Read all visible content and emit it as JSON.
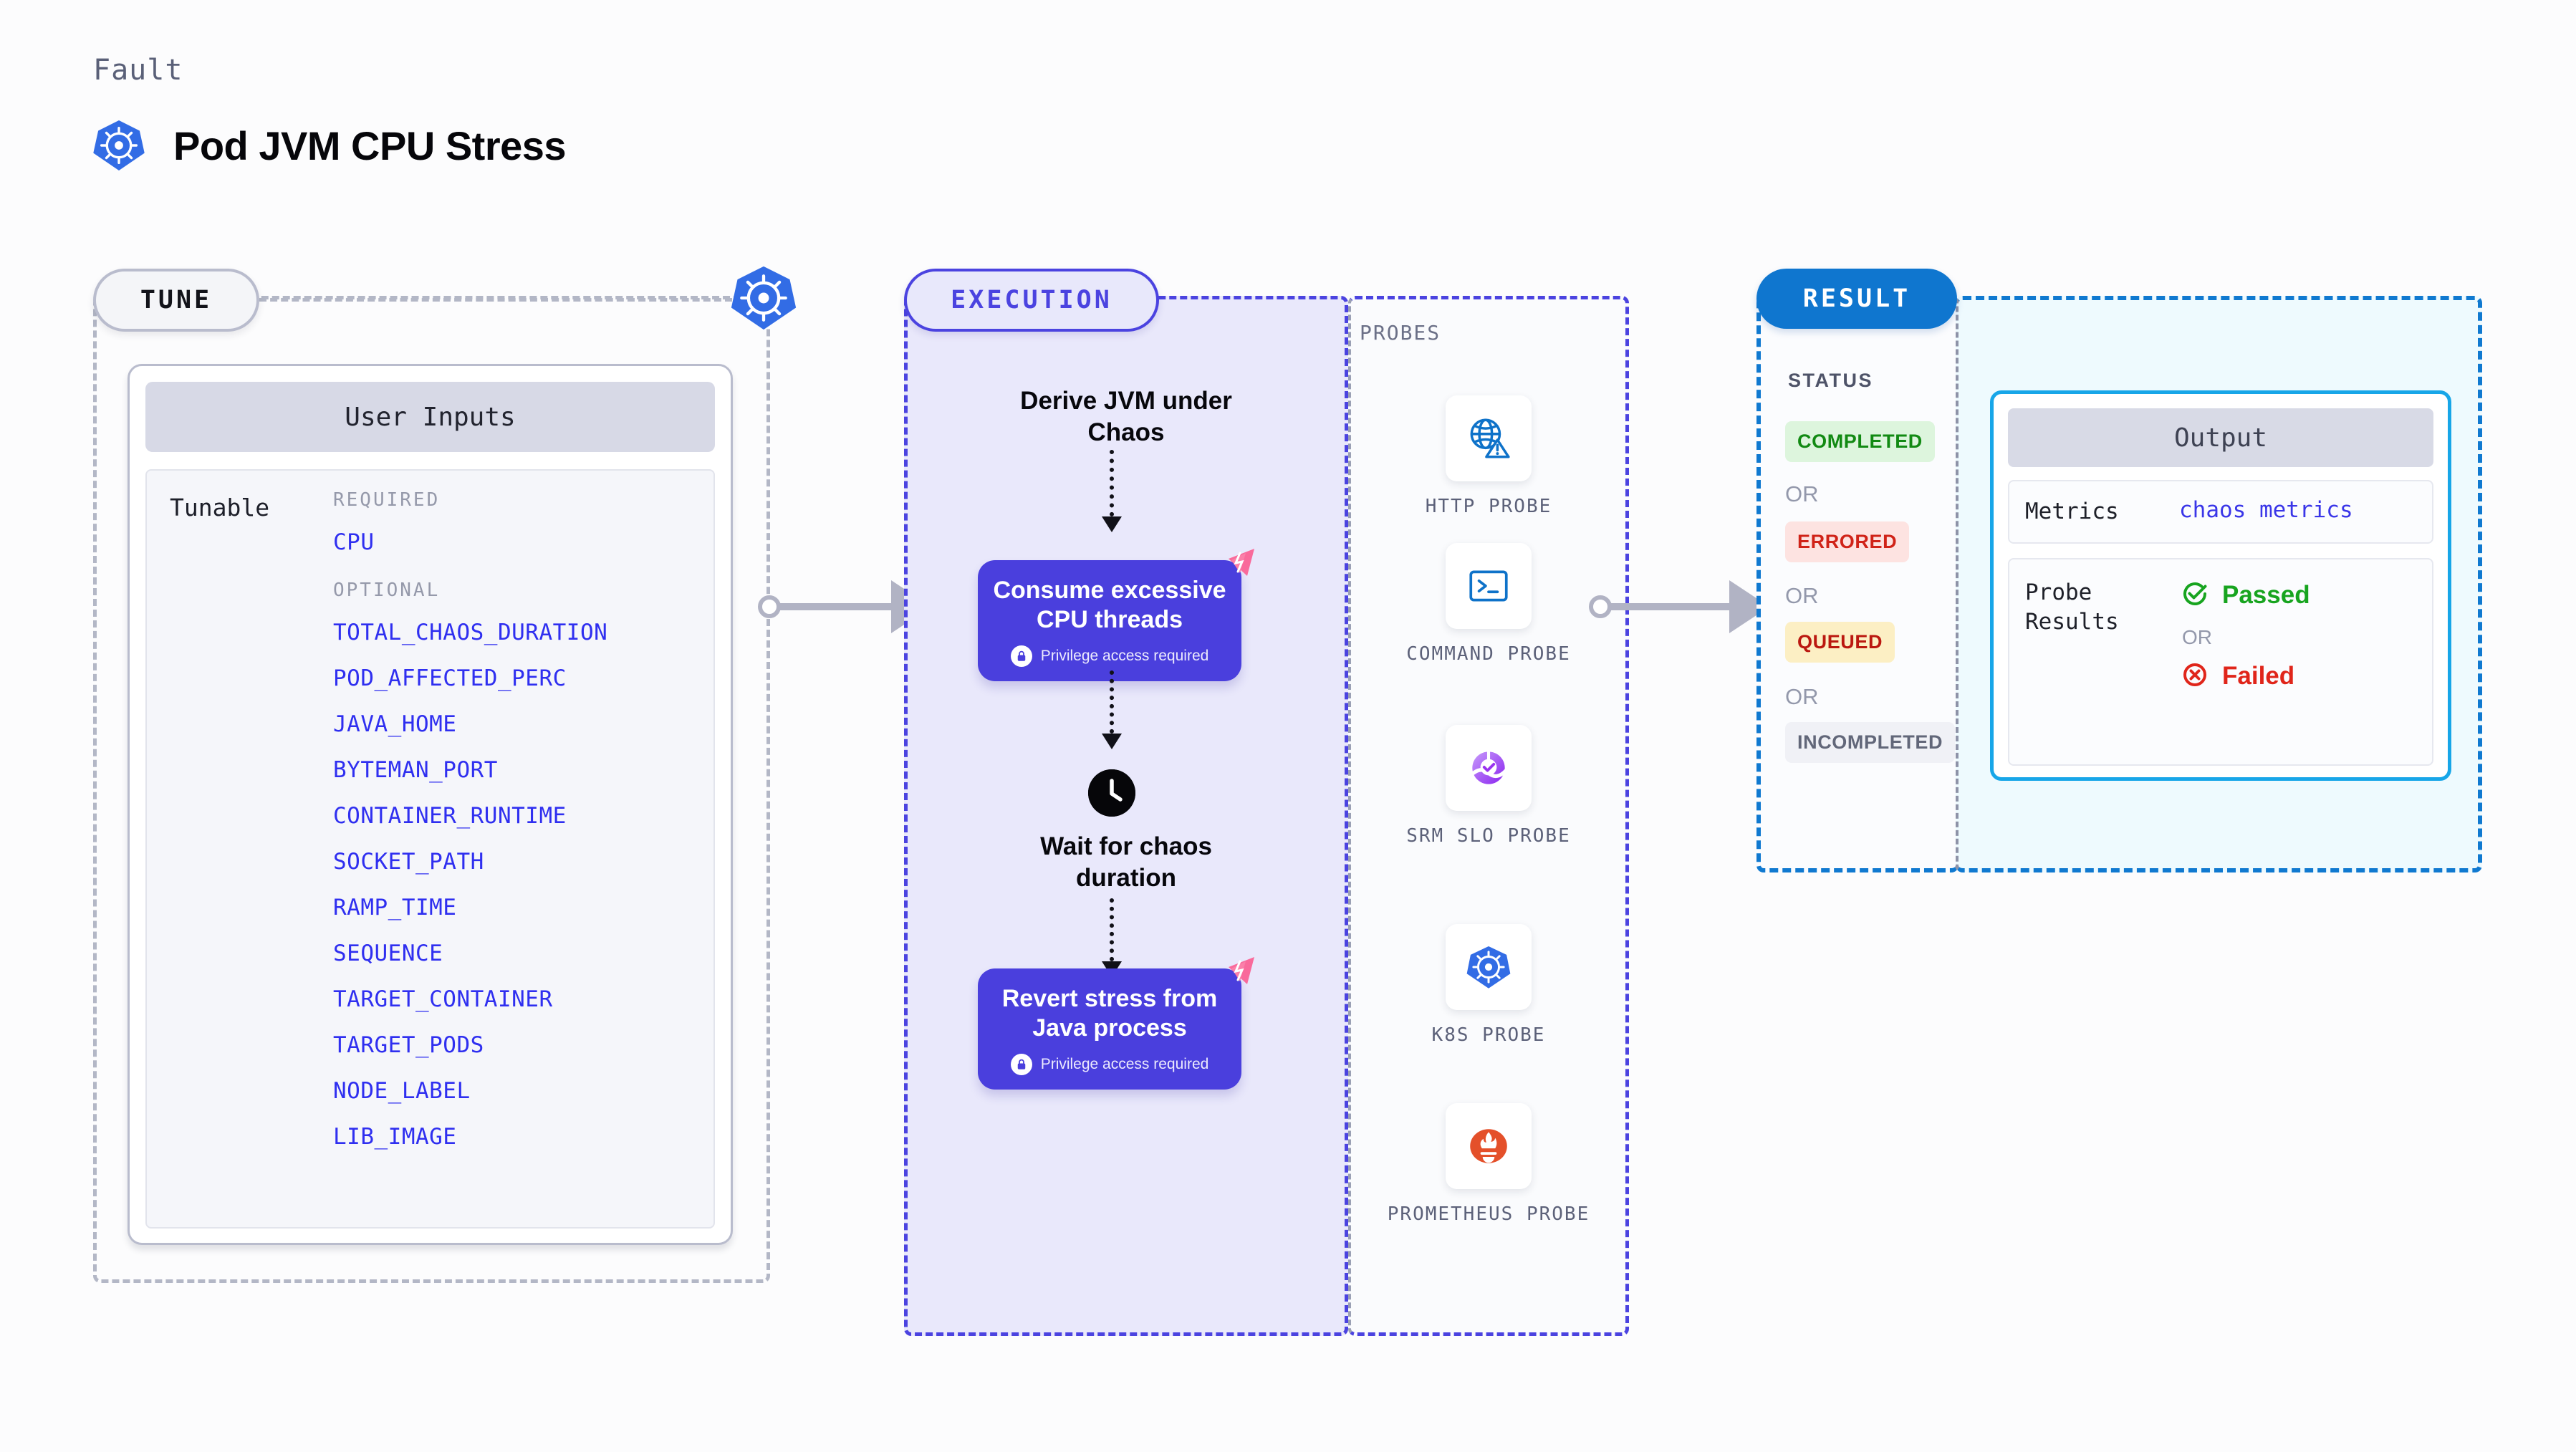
{
  "header": {
    "eyebrow": "Fault",
    "title": "Pod JVM CPU Stress",
    "icon": "kubernetes-icon"
  },
  "tune": {
    "pill_label": "TUNE",
    "node_icon": "kubernetes-icon",
    "card_title": "User Inputs",
    "tunable_label": "Tunable",
    "required_heading": "REQUIRED",
    "optional_heading": "OPTIONAL",
    "required_params": [
      "CPU"
    ],
    "optional_params": [
      "TOTAL_CHAOS_DURATION",
      "POD_AFFECTED_PERC",
      "JAVA_HOME",
      "BYTEMAN_PORT",
      "CONTAINER_RUNTIME",
      "SOCKET_PATH",
      "RAMP_TIME",
      "SEQUENCE",
      "TARGET_CONTAINER",
      "TARGET_PODS",
      "NODE_LABEL",
      "LIB_IMAGE"
    ],
    "param_color": "#2f2ff0"
  },
  "execution": {
    "pill_label": "EXECUTION",
    "accent_color": "#4b43e0",
    "step1_label": "Derive JVM under Chaos",
    "step2_title": "Consume excessive CPU threads",
    "step2_privilege": "Privilege access required",
    "step2_icon": "privilege-lock-icon",
    "step2_flag_icon": "chaos-flag-icon",
    "step3_icon": "clock-icon",
    "step3_label": "Wait for chaos duration",
    "step4_title": "Revert stress from Java process",
    "step4_privilege": "Privilege access required",
    "step4_icon": "privilege-lock-icon",
    "step4_flag_icon": "chaos-flag-icon"
  },
  "probes": {
    "label": "PROBES",
    "items": [
      {
        "name": "HTTP PROBE",
        "icon": "globe-warning-icon"
      },
      {
        "name": "COMMAND PROBE",
        "icon": "terminal-icon"
      },
      {
        "name": "SRM SLO PROBE",
        "icon": "srm-slo-icon"
      },
      {
        "name": "K8S PROBE",
        "icon": "kubernetes-icon"
      },
      {
        "name": "PROMETHEUS PROBE",
        "icon": "prometheus-icon"
      }
    ]
  },
  "result": {
    "pill_label": "RESULT",
    "accent_color": "#0f76cf",
    "status_label": "STATUS",
    "or_label": "OR",
    "statuses": [
      {
        "label": "COMPLETED",
        "bg": "#ddf5dd",
        "fg": "#128a13"
      },
      {
        "label": "ERRORED",
        "bg": "#fde3e1",
        "fg": "#d02318"
      },
      {
        "label": "QUEUED",
        "bg": "#fcefc4",
        "fg": "#bb1810"
      },
      {
        "label": "INCOMPLETED",
        "bg": "#f0f1f6",
        "fg": "#626779"
      }
    ],
    "output": {
      "title": "Output",
      "metrics_key": "Metrics",
      "metrics_value": "chaos metrics",
      "probe_results_key": "Probe Results",
      "passed_label": "Passed",
      "passed_icon": "check-circle-icon",
      "or_label": "OR",
      "failed_label": "Failed",
      "failed_icon": "x-circle-icon"
    }
  }
}
